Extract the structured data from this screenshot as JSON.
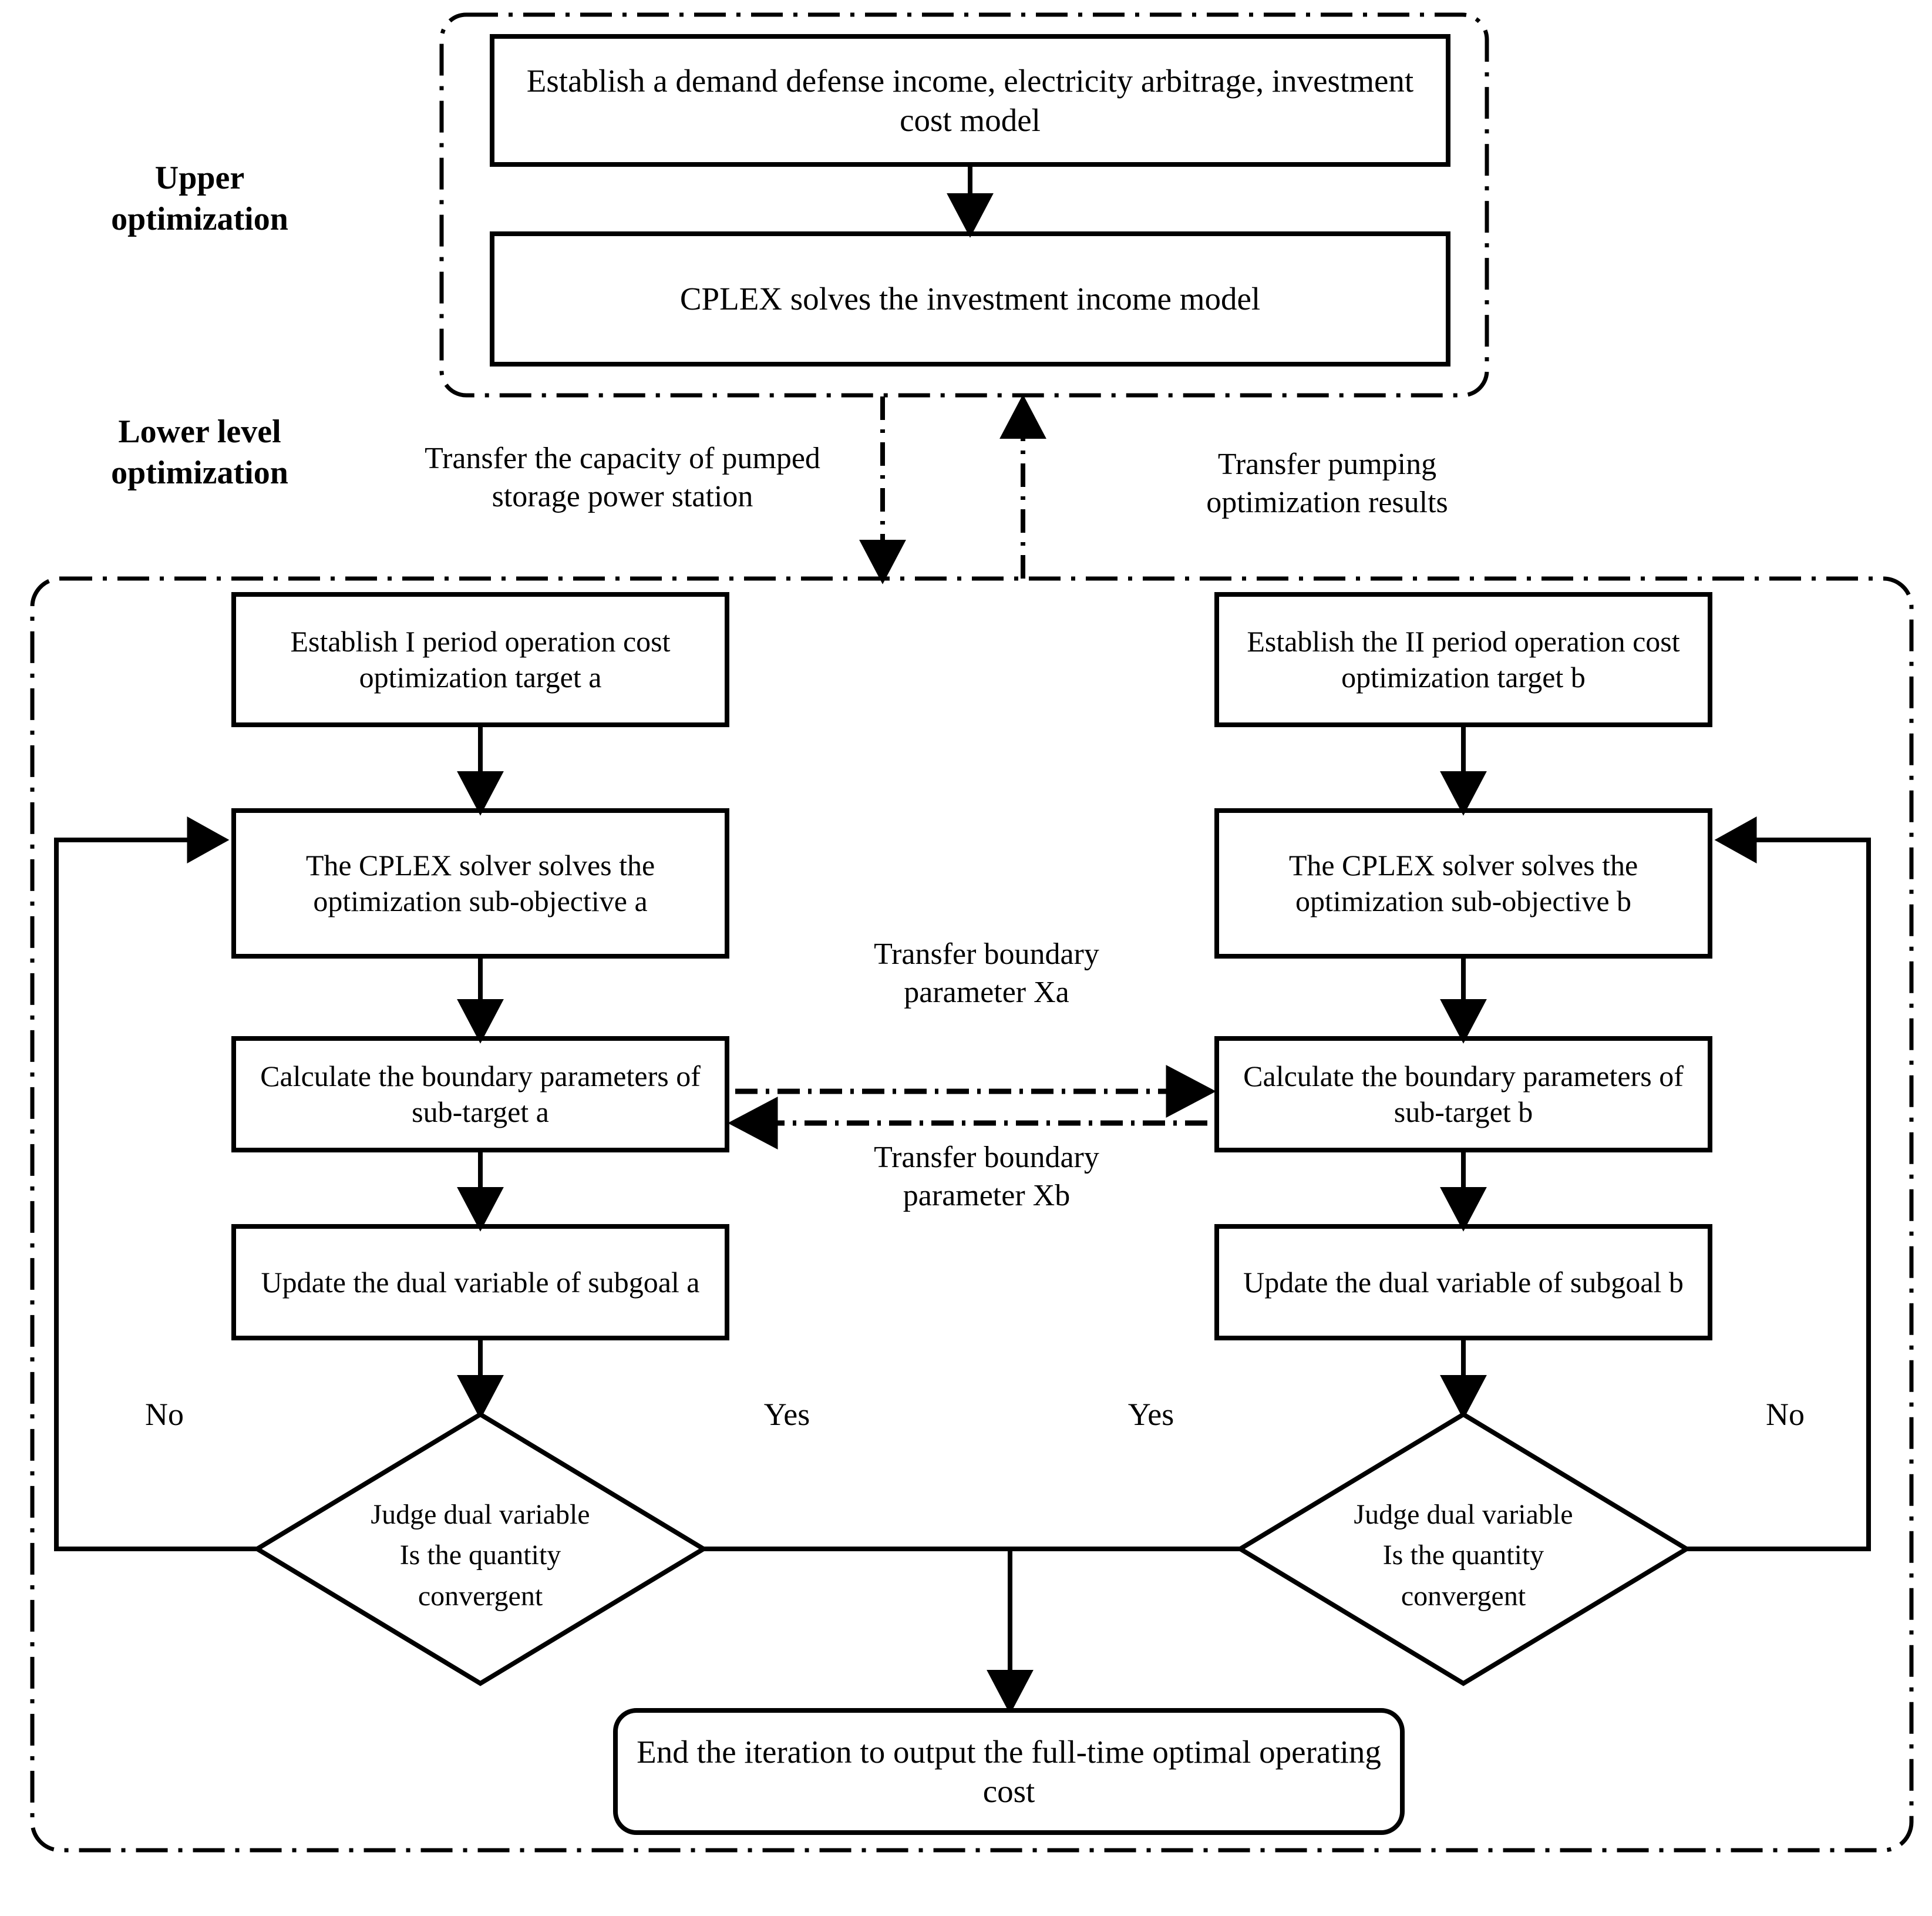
{
  "diagram": {
    "title": "Bi-level optimization flowchart",
    "stroke_color": "#000000",
    "background": "#ffffff",
    "side_labels": [
      {
        "id": "upper",
        "text": "Upper\noptimization"
      },
      {
        "id": "lower",
        "text": "Lower level\noptimization"
      }
    ],
    "upper_section": {
      "boxes": [
        {
          "id": "upper-model",
          "text": "Establish a demand defense income, electricity arbitrage, investment cost model"
        },
        {
          "id": "upper-solve",
          "text": "CPLEX solves the investment income model"
        }
      ]
    },
    "interface_labels": [
      {
        "id": "transfer-capacity",
        "text": "Transfer the capacity of pumped storage power station"
      },
      {
        "id": "transfer-pumping",
        "text": "Transfer pumping optimization results"
      }
    ],
    "left_branch": {
      "boxes": [
        {
          "id": "left-establish",
          "text": "Establish I period operation cost optimization target a"
        },
        {
          "id": "left-cplex",
          "text": "The CPLEX solver solves the optimization sub-objective a"
        },
        {
          "id": "left-calculate",
          "text": "Calculate the boundary parameters of sub-target a"
        },
        {
          "id": "left-update",
          "text": "Update the dual variable of subgoal a"
        }
      ],
      "decision": {
        "id": "left-decision",
        "text": "Judge dual variable\nIs the quantity convergent"
      },
      "no_label": "No",
      "yes_label": "Yes"
    },
    "right_branch": {
      "boxes": [
        {
          "id": "right-establish",
          "text": "Establish the II period operation cost optimization target b"
        },
        {
          "id": "right-cplex",
          "text": "The CPLEX solver solves the optimization sub-objective b"
        },
        {
          "id": "right-calculate",
          "text": "Calculate the boundary parameters of sub-target b"
        },
        {
          "id": "right-update",
          "text": "Update the dual variable of subgoal b"
        }
      ],
      "decision": {
        "id": "right-decision",
        "text": "Judge dual variable\nIs the quantity convergent"
      },
      "no_label": "No",
      "yes_label": "Yes"
    },
    "cross_labels": [
      {
        "id": "xa",
        "text": "Transfer boundary parameter Xa"
      },
      {
        "id": "xb",
        "text": "Transfer boundary parameter Xb"
      }
    ],
    "terminal": {
      "id": "terminal-end",
      "text": "End the iteration to output the full-time optimal operating cost"
    }
  }
}
